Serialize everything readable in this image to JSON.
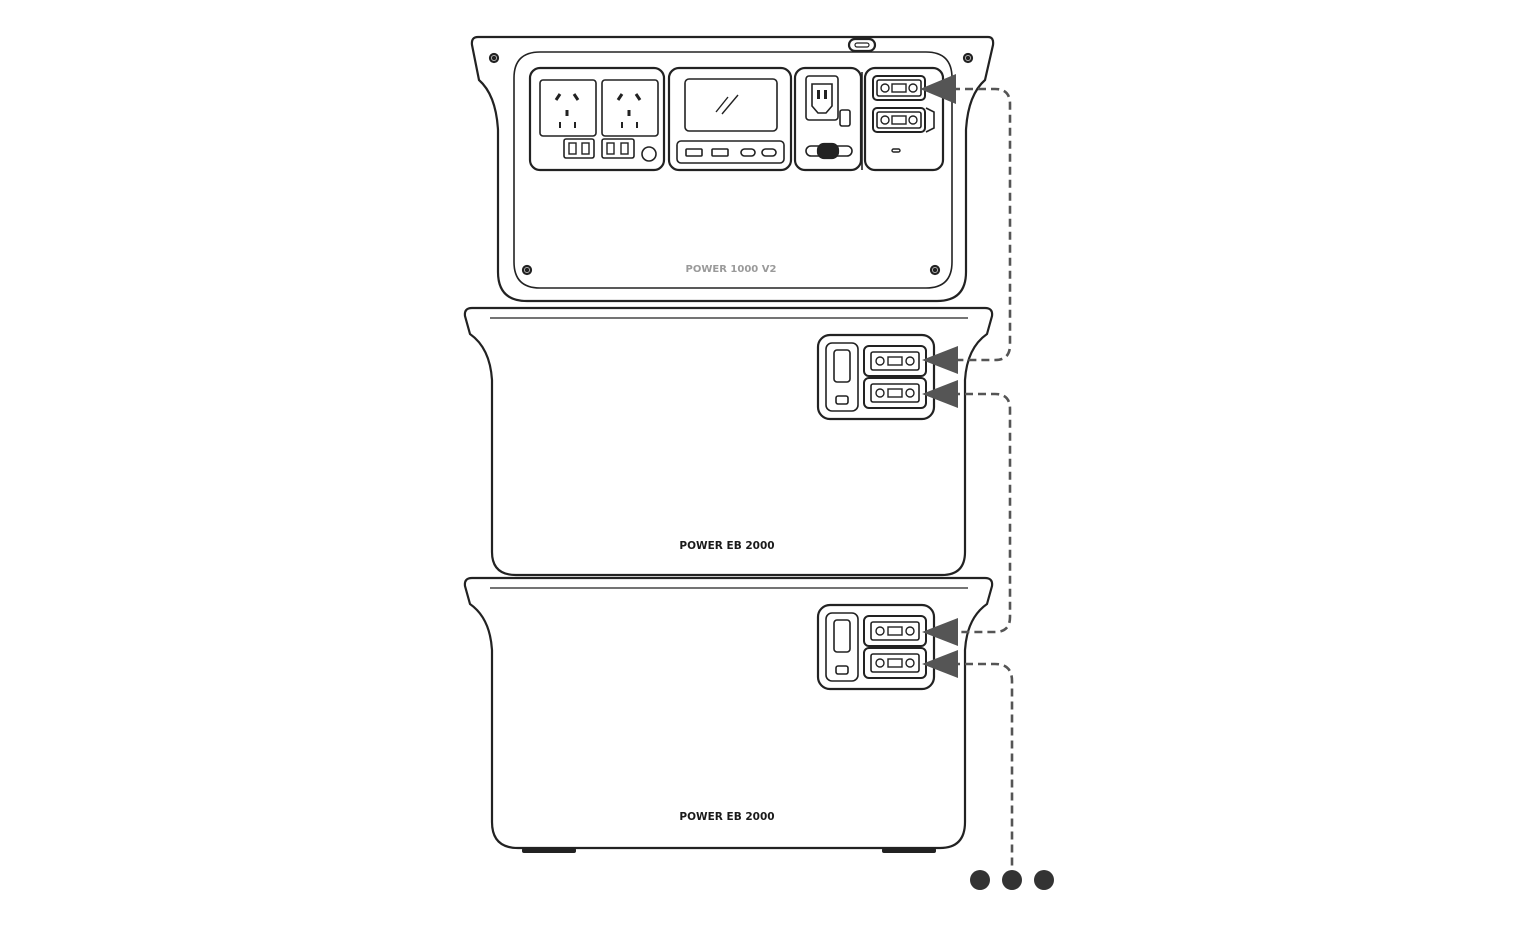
{
  "units": [
    {
      "id": "main",
      "label": "POWER 1000 V2"
    },
    {
      "id": "battery-1",
      "label": "POWER EB 2000"
    },
    {
      "id": "battery-2",
      "label": "POWER EB 2000"
    }
  ],
  "colors": {
    "line": "#222222",
    "cable": "#555555",
    "arrow": "#555555",
    "muted_label": "#9a9a9a",
    "dark_label": "#1a1a1a",
    "dots": "#333333"
  },
  "continuation_indicator": "three-dots"
}
